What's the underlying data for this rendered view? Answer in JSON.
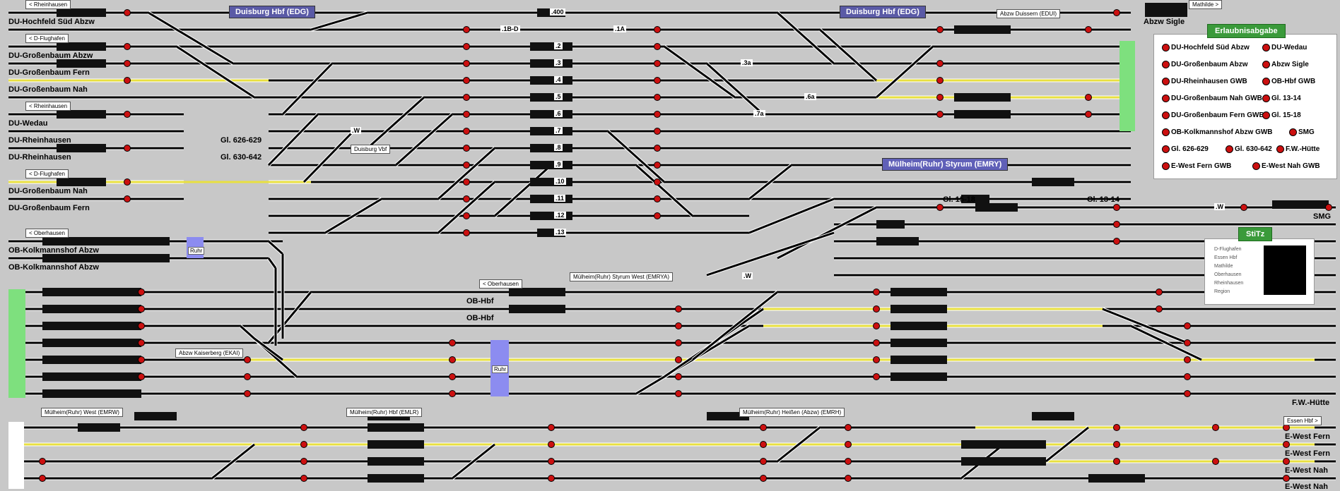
{
  "colors": {
    "background": "#c8c8c8",
    "track": "#000000",
    "track_occupied_yellow": "#e8e040",
    "signal_red": "#cc1010",
    "station_label_bg": "#5a5aa6",
    "green_boundary": "#7ee07e",
    "panel_green": "#3a9a3a",
    "ruhr_blue": "#8c8cf0"
  },
  "stations": {
    "duisburg_left": "Duisburg Hbf (EDG)",
    "duisburg_right": "Duisburg Hbf (EDG)",
    "muelheim_styrum": "Mülheim(Ruhr) Styrum (EMRY)"
  },
  "line_labels": {
    "l01": "DU-Hochfeld Süd Abzw",
    "l02": "DU-Großenbaum Abzw",
    "l03": "DU-Großenbaum Fern",
    "l04": "DU-Großenbaum Nah",
    "l05": "DU-Wedau",
    "l06": "DU-Rheinhausen",
    "l07": "DU-Rheinhausen",
    "l08": "DU-Großenbaum Nah",
    "l09": "DU-Großenbaum Fern",
    "l10": "OB-Kolkmannshof Abzw",
    "l11": "OB-Kolkmannshof Abzw",
    "l12": "OB-Hbf",
    "l13": "OB-Hbf",
    "l14": "Abzw Sigle",
    "l15": "SMG",
    "l16": "F.W.-Hütte",
    "l17": "E-West Fern",
    "l18": "E-West Fern",
    "l19": "E-West Nah",
    "l20": "E-West Nah",
    "l21": "Gl. 626-629",
    "l22": "Gl. 630-642",
    "l23": "Gl. 15-18",
    "l24": "Gl. 13-14"
  },
  "direction_boxes": {
    "b1": "< Rheinhausen",
    "b2": "< D-Flughafen",
    "b3": "< Rheinhausen",
    "b4": "< D-Flughafen",
    "b5": "< Oberhausen",
    "b6": "< Oberhausen",
    "b7": "Mathilde >",
    "b8": "Abzw Duissern (EDUI)",
    "b9": "Essen Hbf >",
    "b10": "Abzw Kaiserberg (EKAI)",
    "b11": "Duisburg Vbf",
    "b12": "Mülheim(Ruhr) Styrum   West (EMRYA)",
    "b13": "Mülheim(Ruhr) West (EMRW)",
    "b14": "Mülheim(Ruhr) Hbf (EMLR)",
    "b15": "Mülheim(Ruhr) Heißen    (Abzw) (EMRH)"
  },
  "ruhr_label": "Ruhr",
  "track_numbers": {
    "t400": ".400",
    "tBD": ".1B-D",
    "t1A": ".1A",
    "t2": ".2",
    "t3": ".3",
    "t4": ".4",
    "t5": ".5",
    "t6": ".6",
    "t7": ".7",
    "t8": ".8",
    "t9": ".9",
    "t10": ".10",
    "t11": ".11",
    "t12": ".12",
    "t13": ".13",
    "t3a": ".3a",
    "t6a": ".6a",
    "t7a": ".7a",
    "tW": ".W",
    "tW2": ".W",
    "tW3": ".W"
  },
  "erlaubnis": {
    "title": "Erlaubnisabgabe",
    "items": [
      "DU-Hochfeld Süd Abzw",
      "DU-Wedau",
      "DU-Großenbaum Abzw",
      "Abzw Sigle",
      "DU-Rheinhausen GWB",
      "OB-Hbf GWB",
      "DU-Großenbaum Nah GWB",
      "Gl. 13-14",
      "DU-Großenbaum Fern GWB",
      "Gl. 15-18",
      "OB-Kolkmannshof Abzw GWB",
      "SMG",
      "Gl. 626-629",
      "Gl. 630-642",
      "F.W.-Hütte",
      "E-West Fern GWB",
      "E-West Nah GWB"
    ]
  },
  "stitz": {
    "title": "StiTz",
    "items": [
      "D-Flughafen",
      "Essen Hbf",
      "Mathilde",
      "Oberhausen",
      "Rheinhausen",
      "Region"
    ]
  }
}
